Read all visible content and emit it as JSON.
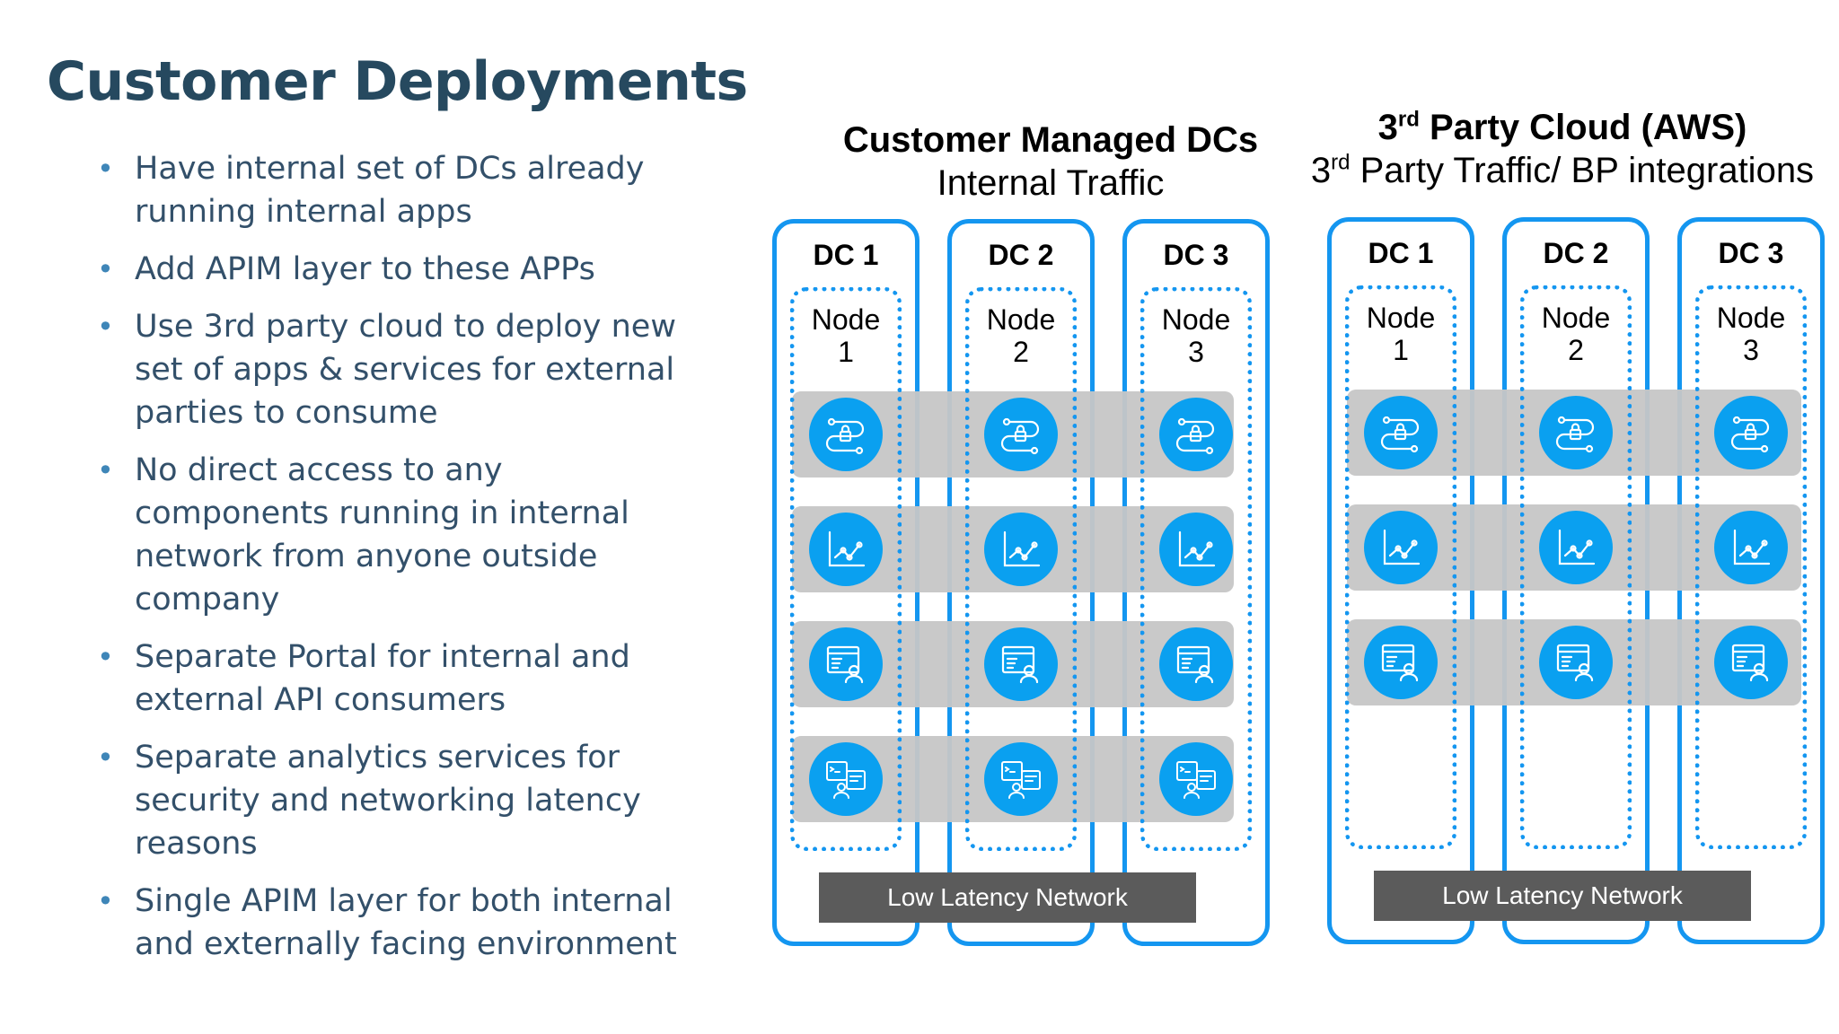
{
  "slide": {
    "title": "Customer Deployments"
  },
  "bullets": [
    "Have internal set of DCs already running internal apps",
    "Add APIM layer to these APPs",
    "Use 3rd party cloud to deploy new set of apps & services for external parties to consume",
    "No direct access to any components running in internal network from anyone outside company",
    "Separate Portal for internal and external API consumers",
    "Separate analytics services for security and networking latency reasons",
    "Single APIM layer for both internal and externally facing environment"
  ],
  "groups": [
    {
      "id": "customer",
      "heading": "Customer Managed DCs",
      "subheading": "Internal Traffic",
      "network": "Low Latency Network",
      "dcs": [
        {
          "label": "DC 1",
          "node_word": "Node",
          "node_num": "1"
        },
        {
          "label": "DC 2",
          "node_word": "Node",
          "node_num": "2"
        },
        {
          "label": "DC 3",
          "node_word": "Node",
          "node_num": "3"
        }
      ],
      "services": [
        "api-gateway-icon",
        "analytics-chart-icon",
        "developer-portal-icon",
        "admin-console-icon"
      ]
    },
    {
      "id": "cloud",
      "heading_num": "3",
      "heading_sup": "rd",
      "heading_rest": " Party Cloud (AWS)",
      "sub_num": "3",
      "sub_sup": "rd",
      "sub_rest": " Party Traffic/ BP integrations",
      "network": "Low Latency Network",
      "dcs": [
        {
          "label": "DC 1",
          "node_word": "Node",
          "node_num": "1"
        },
        {
          "label": "DC 2",
          "node_word": "Node",
          "node_num": "2"
        },
        {
          "label": "DC 3",
          "node_word": "Node",
          "node_num": "3"
        }
      ],
      "services": [
        "api-gateway-icon",
        "analytics-chart-icon",
        "developer-portal-icon"
      ]
    }
  ],
  "colors": {
    "dc_border": "#1496f0",
    "icon_fill": "#0aa0f0",
    "band": "#c6c6c6",
    "network_bar": "#5b5b5b",
    "title": "#26495f"
  }
}
